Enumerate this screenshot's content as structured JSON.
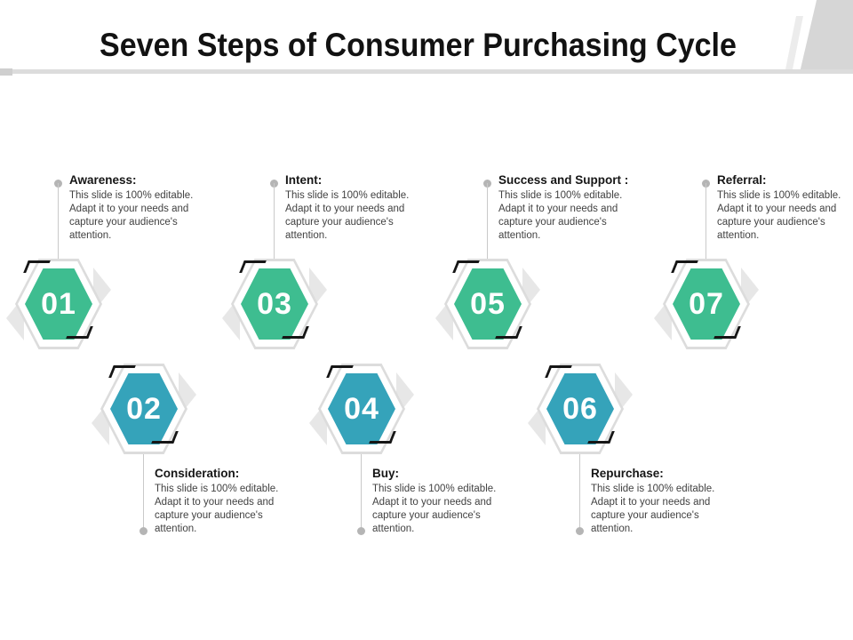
{
  "header": {
    "title": "Seven Steps of Consumer Purchasing Cycle"
  },
  "colors": {
    "step_green": "#3ebd90",
    "step_teal": "#35a3ba",
    "accent_gray": "#dcdcdc"
  },
  "steps": [
    {
      "number": "01",
      "label": "Awareness:",
      "description": "This slide is 100% editable. Adapt it to your needs and capture your audience's attention.",
      "color": "#3ebd90"
    },
    {
      "number": "02",
      "label": "Consideration:",
      "description": "This slide is 100% editable. Adapt it to your needs and capture your audience's attention.",
      "color": "#35a3ba"
    },
    {
      "number": "03",
      "label": "Intent:",
      "description": "This slide is 100% editable. Adapt it to your needs and capture your audience's attention.",
      "color": "#3ebd90"
    },
    {
      "number": "04",
      "label": "Buy:",
      "description": "This slide is 100% editable. Adapt it to your needs and capture your audience's attention.",
      "color": "#35a3ba"
    },
    {
      "number": "05",
      "label": "Success and Support :",
      "description": "This slide is 100% editable. Adapt it to your needs and capture your audience's attention.",
      "color": "#3ebd90"
    },
    {
      "number": "06",
      "label": "Repurchase:",
      "description": "This slide is 100% editable. Adapt it to your needs and capture your audience's attention.",
      "color": "#35a3ba"
    },
    {
      "number": "07",
      "label": "Referral:",
      "description": "This slide is 100% editable. Adapt it to your needs and capture your audience's attention.",
      "color": "#3ebd90"
    }
  ]
}
